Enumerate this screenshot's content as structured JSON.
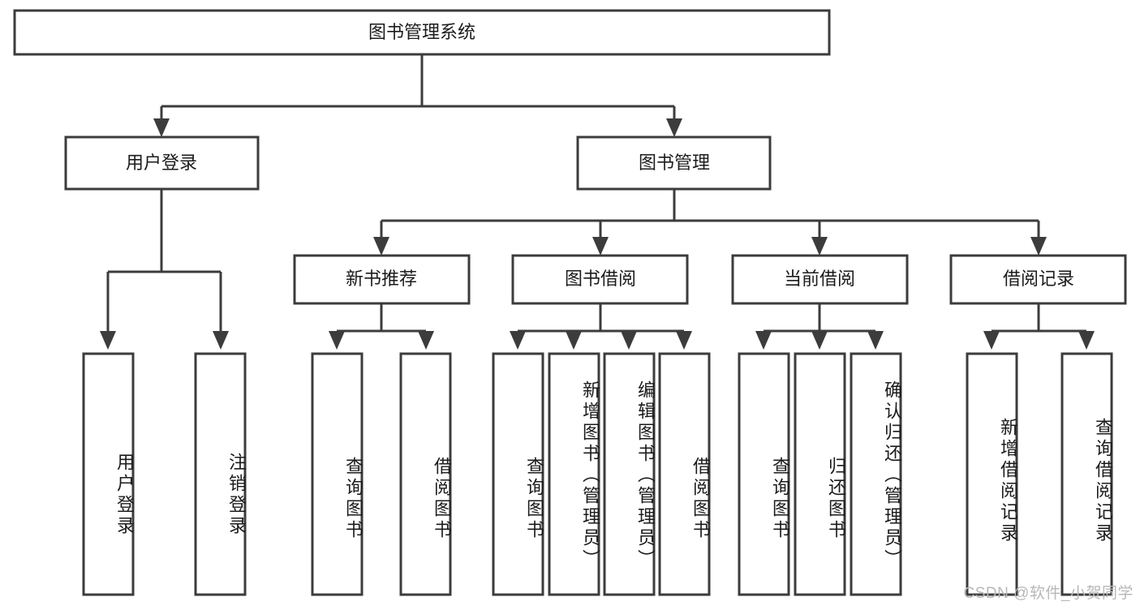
{
  "diagram": {
    "type": "tree-hierarchy",
    "orientation": "top-down",
    "root": {
      "label": "图书管理系统"
    },
    "level2": [
      {
        "label": "用户登录"
      },
      {
        "label": "图书管理"
      }
    ],
    "level3": [
      {
        "label": "新书推荐"
      },
      {
        "label": "图书借阅"
      },
      {
        "label": "当前借阅"
      },
      {
        "label": "借阅记录"
      }
    ],
    "leaves": {
      "user_login": [
        {
          "label": "用户登录"
        },
        {
          "label": "注销登录"
        }
      ],
      "new_book_recommend": [
        {
          "label": "查询图书"
        },
        {
          "label": "借阅图书"
        }
      ],
      "book_borrow": [
        {
          "label": "查询图书"
        },
        {
          "label": "新增图书（管理员）"
        },
        {
          "label": "编辑图书（管理员）"
        },
        {
          "label": "借阅图书"
        }
      ],
      "current_borrow": [
        {
          "label": "查询图书"
        },
        {
          "label": "归还图书"
        },
        {
          "label": "确认归还（管理员）"
        }
      ],
      "borrow_record": [
        {
          "label": "新增借阅记录"
        },
        {
          "label": "查询借阅记录"
        }
      ]
    }
  },
  "watermark": {
    "text": "CSDN @软件_小贺同学"
  },
  "colors": {
    "stroke": "#3c3c3c",
    "fill": "#ffffff",
    "text": "#1b1b1b",
    "watermark": "#b8b8b8"
  }
}
